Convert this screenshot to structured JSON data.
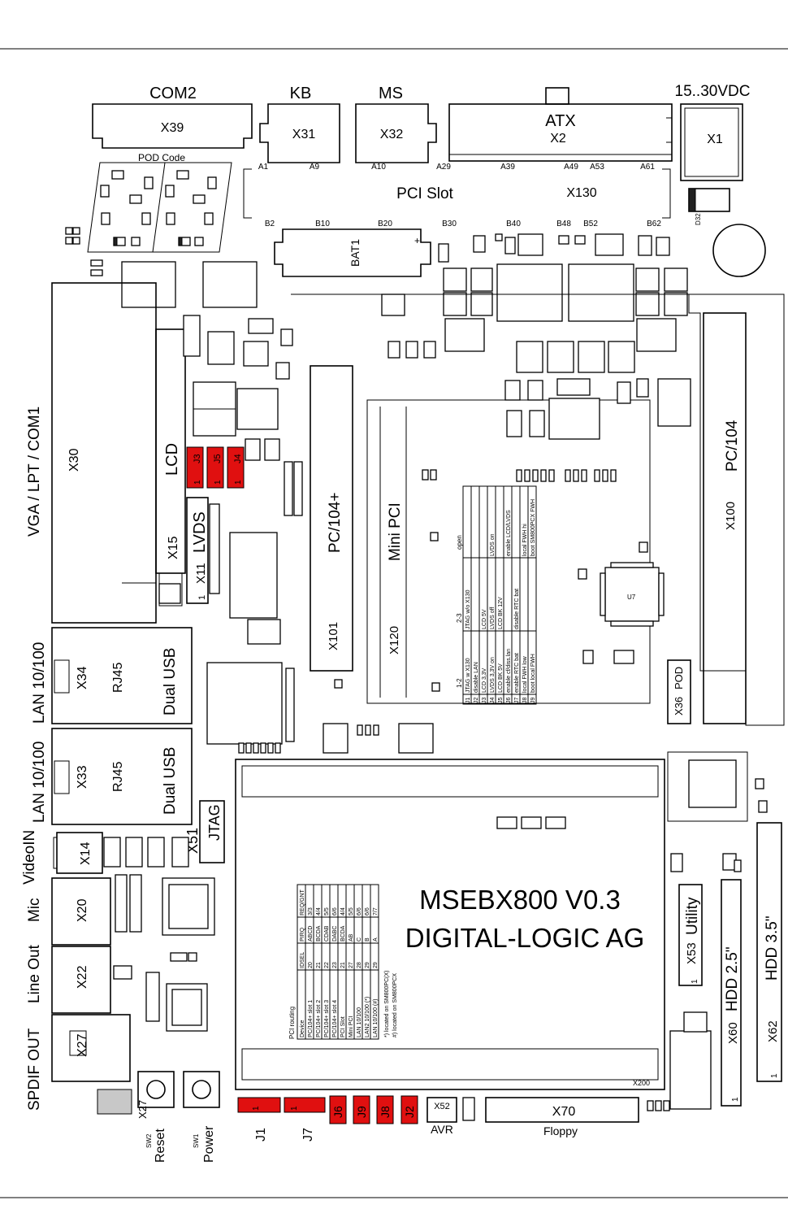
{
  "top_connectors": {
    "com2": "COM2",
    "x39": "X39",
    "kb": "KB",
    "x31": "X31",
    "a1": "A1",
    "a9": "A9",
    "ms": "MS",
    "x32": "X32",
    "a10": "A10",
    "atx": "ATX",
    "x2": "X2",
    "a29": "A29",
    "a39": "A39",
    "a49": "A49",
    "a53": "A53",
    "a61": "A61",
    "power_in": "15..30VDC",
    "x1": "X1",
    "d32": "D32"
  },
  "pod_code": "POD Code",
  "pci": {
    "title": "PCI Slot",
    "x130": "X130",
    "b2": "B2",
    "b10": "B10",
    "b20": "B20",
    "b30": "B30",
    "b40": "B40",
    "b48": "B48",
    "b52": "B52",
    "b62": "B62"
  },
  "bat": "BAT1",
  "left_side": {
    "vga": "VGA / LPT / COM1",
    "x30": "X30",
    "lan1": "LAN 10/100",
    "x34": "X34",
    "rj45_1": "RJ45",
    "usb1": "Dual USB",
    "lan2": "LAN 10/100",
    "x33": "X33",
    "rj45_2": "RJ45",
    "usb2": "Dual USB",
    "video": "VideoIN",
    "x14": "X14",
    "mic": "Mic",
    "x20": "X20",
    "lineout": "Line Out",
    "x22": "X22",
    "spdif": "SPDIF OUT",
    "x27": "X27",
    "x27b": "X27"
  },
  "lcd": {
    "lcd": "LCD",
    "x15": "X15",
    "lvds": "LVDS",
    "x11": "X11",
    "one": "1",
    "j3": "J3",
    "j5": "J5",
    "j4": "J4"
  },
  "modules": {
    "pc104plus": "PC/104+",
    "x101": "X101",
    "minipci": "Mini PCI",
    "x120": "X120",
    "pc104": "PC/104",
    "x100": "X100",
    "x36": "X36",
    "pod": "POD",
    "u7": "U7"
  },
  "jtag": {
    "label": "JTAG",
    "x51": "X51"
  },
  "jumper_table": {
    "headers": [
      "1-2",
      "2-3",
      "open"
    ],
    "rows": [
      [
        "J1",
        "JTAG w X130",
        "JTAG w/o X130",
        ""
      ],
      [
        "J2",
        "disable LAN",
        "",
        ""
      ],
      [
        "J3",
        "LCD 3,3V",
        "LCD 5V",
        ""
      ],
      [
        "J4",
        "LVDS 3,3V on",
        "LVDS off",
        "LVDS on"
      ],
      [
        "J5",
        "LCD BK 5V",
        "LCD BK 12V",
        ""
      ],
      [
        "J6",
        "enable cf/diss.lan",
        "",
        "enable LCD/LVDS"
      ],
      [
        "J7",
        "enable RTC bat",
        "disable RTC bat",
        ""
      ],
      [
        "J8",
        "local FWH low",
        "",
        "local FWH hi"
      ],
      [
        "J9",
        "boot local FWH",
        "",
        "boot SM800PCX FWH"
      ]
    ]
  },
  "pci_routing": {
    "title": "PCI routing",
    "headers": [
      "Device",
      "IDSEL",
      "PIRQ",
      "REQ/GNT"
    ],
    "rows": [
      [
        "PC/104+ slot 1",
        "20",
        "ABCD",
        "3/3"
      ],
      [
        "PC/104+ slot 2",
        "21",
        "BCDA",
        "4/4"
      ],
      [
        "PC/104+ slot 3",
        "22",
        "CDAB",
        "5/5"
      ],
      [
        "PC/104+ slot 4",
        "23",
        "DABC",
        "6/6"
      ],
      [
        "PCI Slot",
        "21",
        "BCDA",
        "4/4"
      ],
      [
        "Mini PCI",
        "27",
        "AB",
        "5/5"
      ],
      [
        "LAN 10/100",
        "28",
        "C",
        "6/6"
      ],
      [
        "LAN2 10/100 (*)",
        "29",
        "B",
        "6/6"
      ],
      [
        "LAN 10/100 (#)",
        "29",
        "A",
        "7/7"
      ]
    ],
    "notes": [
      "*) located on SM800PC(X)",
      "#) located on SM800PCX"
    ]
  },
  "main_label": {
    "line1": "MSEBX800 V0.3",
    "line2": "DIGITAL-LOGIC AG",
    "x200": "X200"
  },
  "bottom": {
    "j1": "J1",
    "j7": "J7",
    "j6": "J6",
    "j9": "J9",
    "j8": "J8",
    "j2": "J2",
    "one": "1",
    "x52": "X52",
    "avr": "AVR",
    "x70": "X70",
    "floppy": "Floppy",
    "reset": "Reset",
    "sw2": "SW2",
    "power": "Power",
    "sw1": "SW1"
  },
  "right_side": {
    "x53": "X53",
    "utility": "Utility",
    "x60": "X60",
    "hdd25": "HDD 2.5\"",
    "x62": "X62",
    "hdd35": "HDD 3.5\"",
    "one": "1"
  }
}
